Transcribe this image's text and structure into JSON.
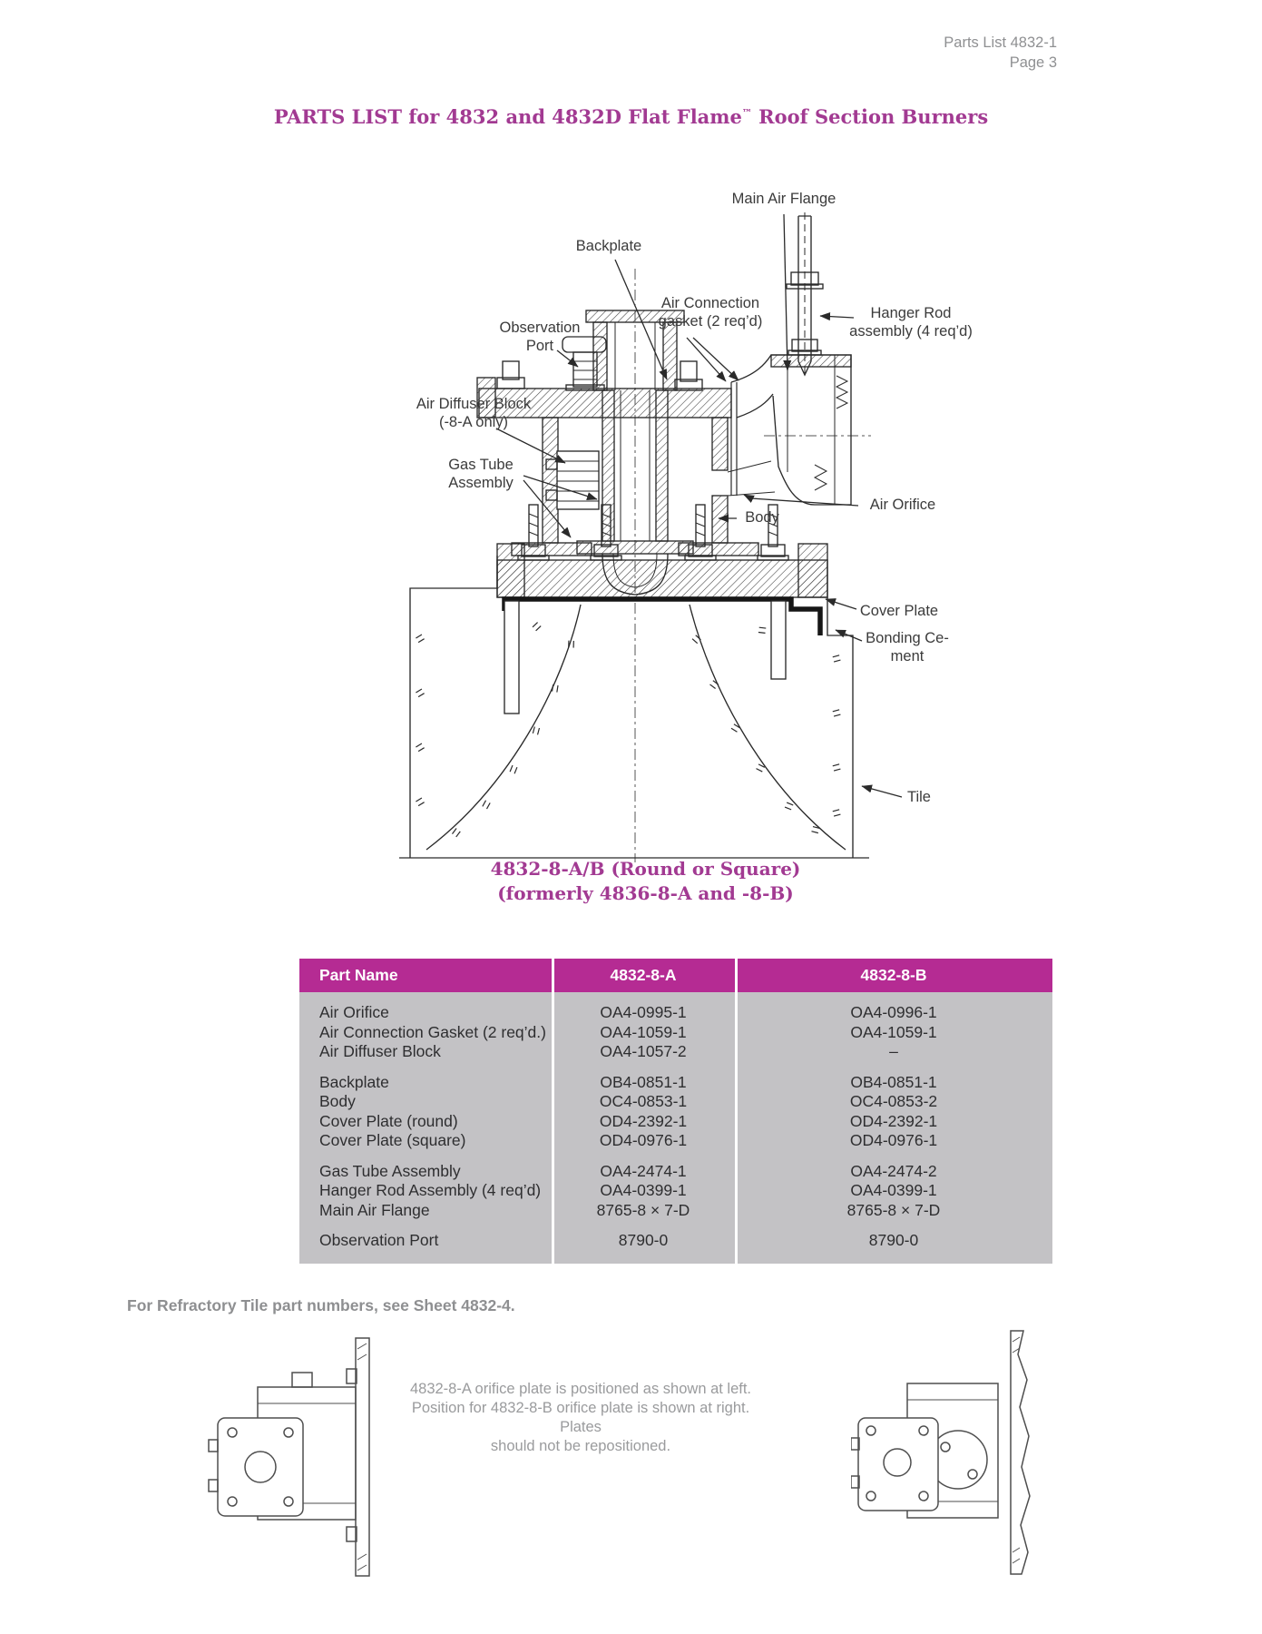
{
  "header": {
    "doc_ref": "Parts List 4832-1",
    "page_label": "Page 3"
  },
  "title": {
    "main": "PARTS LIST for 4832 and 4832D Flat Flame",
    "tm": "™",
    "rest": " Roof Section Burners"
  },
  "colors": {
    "magenta_heading": "#a23a92",
    "table_header_bg": "#b52b93",
    "table_body_bg": "#c3c2c5",
    "gray_text": "#8f9092",
    "line": "#2a2a2a"
  },
  "diagram": {
    "labels": [
      {
        "id": "main-air-flange",
        "text": "Main Air Flange"
      },
      {
        "id": "backplate",
        "text": "Backplate"
      },
      {
        "id": "air-connection-gasket",
        "text": "Air Connection\ngasket (2 req’d)"
      },
      {
        "id": "hanger-rod",
        "text": "Hanger Rod\nassembly (4 req’d)"
      },
      {
        "id": "observation-port",
        "text": "Observation\nPort"
      },
      {
        "id": "air-diffuser-block",
        "text": "Air Diffuser Block\n(-8-A only)"
      },
      {
        "id": "gas-tube-assembly",
        "text": "Gas Tube\nAssembly"
      },
      {
        "id": "body",
        "text": "Body"
      },
      {
        "id": "air-orifice",
        "text": "Air Orifice"
      },
      {
        "id": "cover-plate",
        "text": "Cover Plate"
      },
      {
        "id": "bonding-cement",
        "text": "Bonding Ce-\nment"
      },
      {
        "id": "tile",
        "text": "Tile"
      }
    ]
  },
  "subtitle": {
    "line1": "4832-8-A/B (Round or Square)",
    "line2": "(formerly 4836-8-A and -8-B)"
  },
  "table": {
    "columns": [
      "Part Name",
      "4832-8-A",
      "4832-8-B"
    ],
    "groups": [
      {
        "rows": [
          [
            "Air Orifice",
            "OA4-0995-1",
            "OA4-0996-1"
          ],
          [
            "Air Connection Gasket (2 req’d.)",
            "OA4-1059-1",
            "OA4-1059-1"
          ],
          [
            "Air Diffuser Block",
            "OA4-1057-2",
            "–"
          ]
        ]
      },
      {
        "rows": [
          [
            "Backplate",
            "OB4-0851-1",
            "OB4-0851-1"
          ],
          [
            "Body",
            "OC4-0853-1",
            "OC4-0853-2"
          ],
          [
            "Cover Plate (round)",
            "OD4-2392-1",
            "OD4-2392-1"
          ],
          [
            "Cover Plate (square)",
            "OD4-0976-1",
            "OD4-0976-1"
          ]
        ]
      },
      {
        "rows": [
          [
            "Gas Tube Assembly",
            "OA4-2474-1",
            "OA4-2474-2"
          ],
          [
            "Hanger Rod Assembly (4 req’d)",
            "OA4-0399-1",
            "OA4-0399-1"
          ],
          [
            "Main Air Flange",
            "8765-8 × 7-D",
            "8765-8 × 7-D"
          ]
        ]
      },
      {
        "rows": [
          [
            "Observation Port",
            "8790-0",
            "8790-0"
          ]
        ]
      }
    ]
  },
  "note": {
    "text": "For Refractory Tile part numbers, see Sheet 4832-4."
  },
  "caption": {
    "text": "4832-8-A orifice plate is positioned as shown at left.\nPosition for 4832-8-B orifice plate is shown at right. Plates\nshould not be repositioned."
  }
}
